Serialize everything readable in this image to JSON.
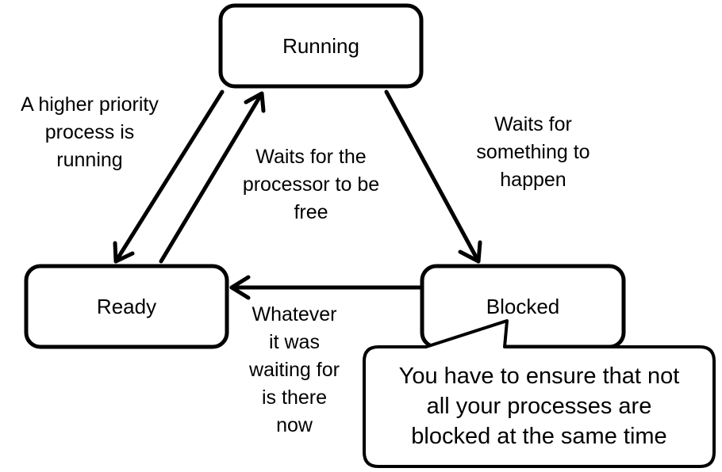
{
  "states": {
    "running": "Running",
    "ready": "Ready",
    "blocked": "Blocked"
  },
  "transitions": {
    "running_to_ready": [
      "A higher priority",
      "process is",
      "running"
    ],
    "ready_to_running": [
      "Waits for the",
      "processor to be",
      "free"
    ],
    "running_to_blocked": [
      "Waits for",
      "something to",
      "happen"
    ],
    "blocked_to_ready": [
      "Whatever",
      "it was",
      "waiting for",
      "is there",
      "now"
    ]
  },
  "callout": {
    "lines": [
      "You have to ensure that not",
      "all your processes are",
      "blocked at the same time"
    ]
  }
}
